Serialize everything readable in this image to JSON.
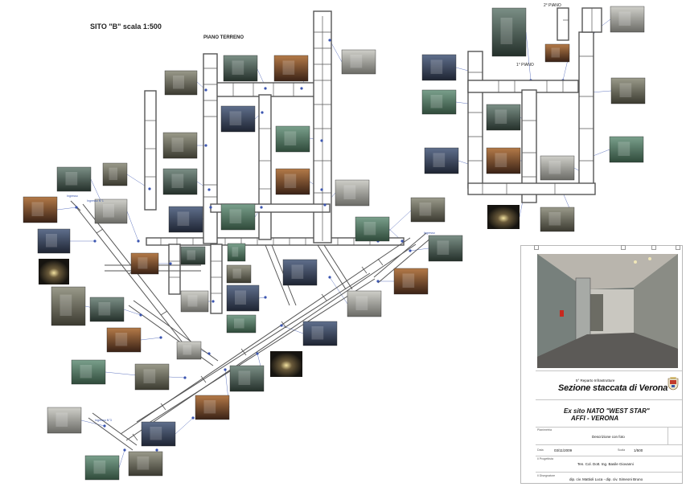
{
  "plan": {
    "title": "SITO \"B\" scala 1:500",
    "ground_floor_label": "PIANO TERRENO",
    "second_floor_label": "2° PIANO",
    "first_floor_label": "1° PIANO",
    "small_labels": [
      "Ingresso",
      "Ingresso",
      "Ingresso N°3",
      "Ingresso N°1"
    ]
  },
  "title_block": {
    "department": "5° Reparto Infrastrutture",
    "section": "Sezione staccata di Verona",
    "site_line": "Ex sito NATO \"WEST STAR\"",
    "location_line": "AFFI  -  VERONA",
    "planimetria_label": "Planimetria",
    "description": "Descrizione con foto",
    "data_label": "Data",
    "date": "03/11/2009",
    "scala_label": "Scala",
    "scale": "1/500",
    "progettista_label": "Il Progettista",
    "designer": "Ten. Col. Dott. Ing. Basile Giovanni",
    "disegnatore_label": "Il Disegnatore",
    "drafters": "dip. civ. Mattioli Luca - dip. civ. Simeoni Bruno"
  },
  "colors": {
    "wall": "#555555",
    "corridor_fill": "#ffffff",
    "leader": "#3b55b0",
    "text": "#222222"
  }
}
